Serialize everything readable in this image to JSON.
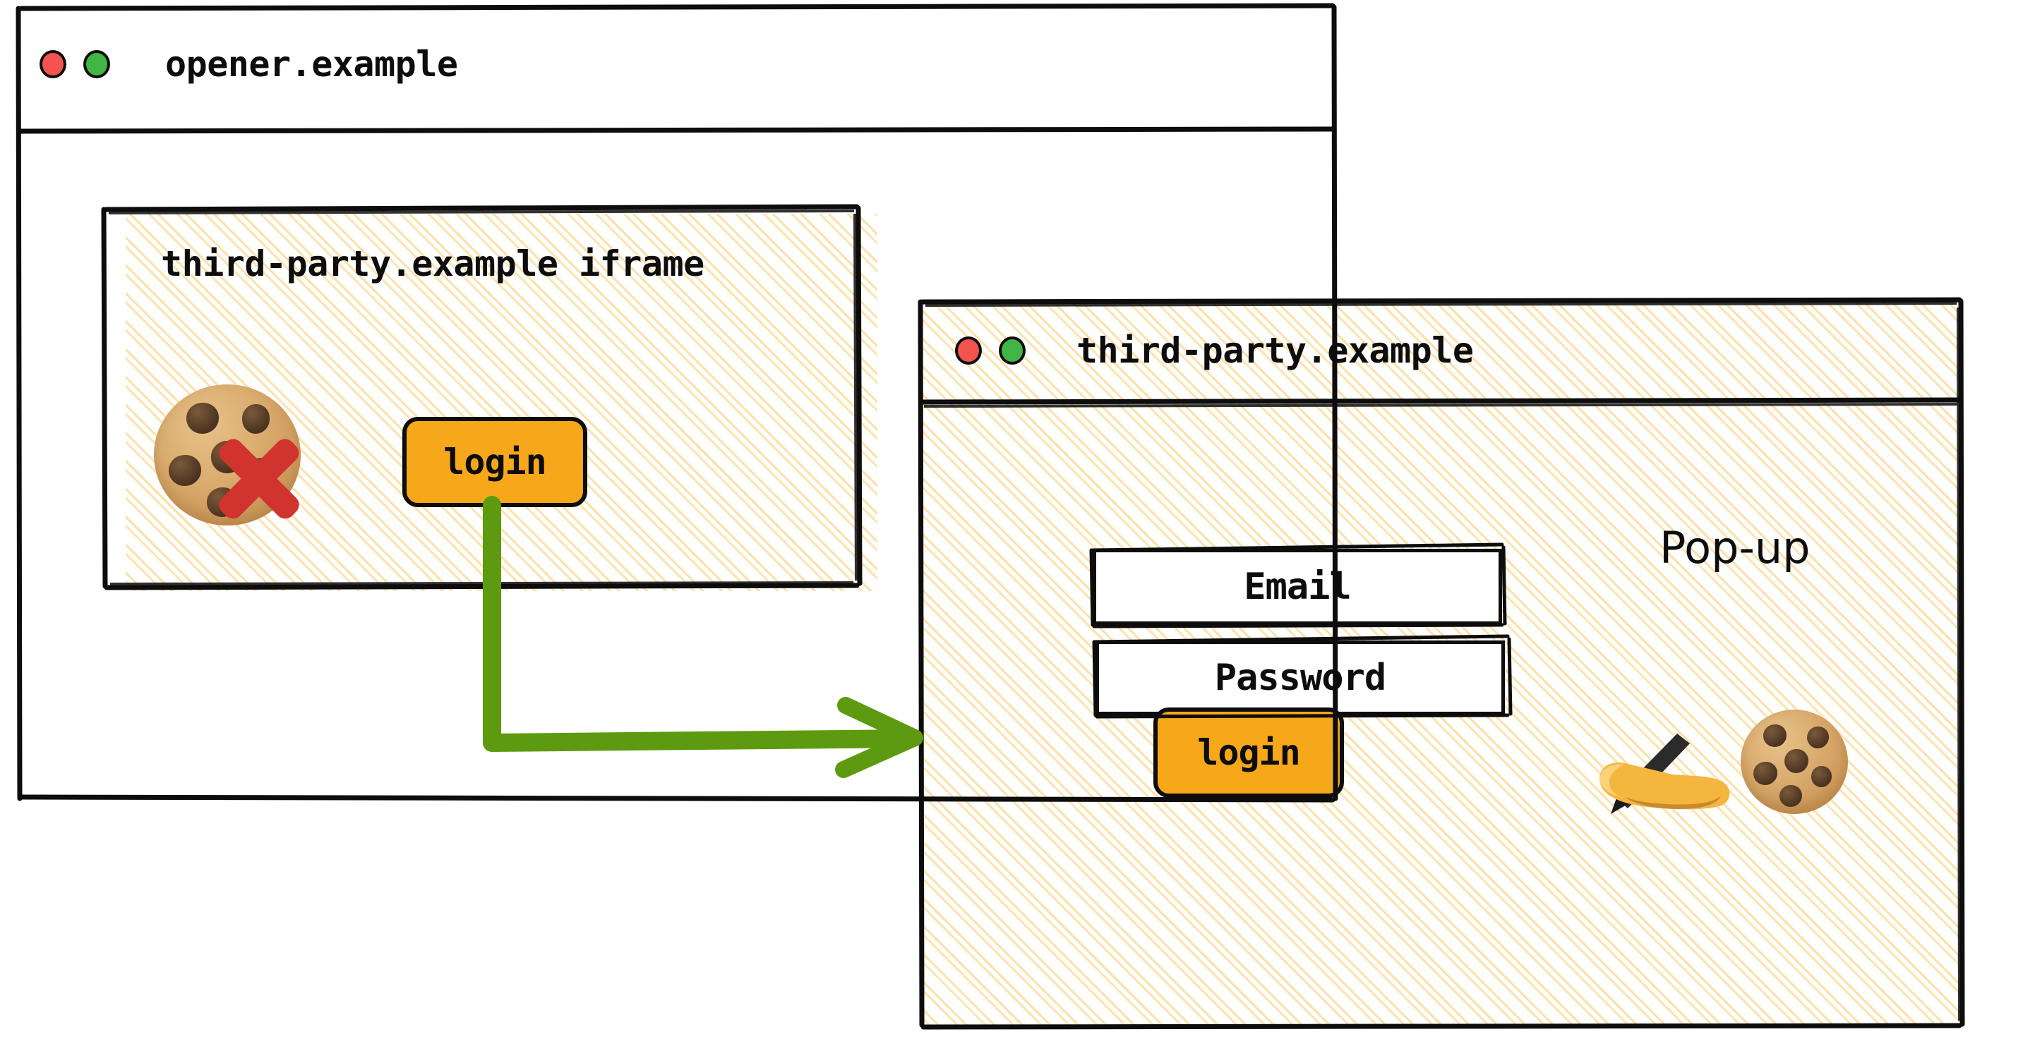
{
  "opener_window": {
    "name": "opener-window",
    "title": "opener.example",
    "controls": {
      "close_dot": "close-dot",
      "maximize_dot": "maximize-dot",
      "close_color": "#f4544d",
      "maximize_color": "#42b645"
    },
    "iframe": {
      "label": "third-party.example iframe",
      "cookie_icon": "cookie-icon",
      "blocked_icon": "red-x-icon",
      "login_button": "login"
    }
  },
  "popup_window": {
    "name": "popup-window",
    "title": "third-party.example",
    "annotation": "Pop-up",
    "controls": {
      "close_dot": "close-dot",
      "maximize_dot": "maximize-dot",
      "close_color": "#f4544d",
      "maximize_color": "#42b645"
    },
    "form": {
      "email_label": "Email",
      "password_label": "Password",
      "login_button": "login"
    },
    "icons": {
      "writing_hand": "writing-hand-icon",
      "cookie": "cookie-icon"
    }
  },
  "flow_arrow": {
    "name": "login-to-popup-arrow",
    "color": "#5e9a10",
    "description": "arrow from iframe login button to pop-up window"
  },
  "palette": {
    "accent_orange": "#f6a81a",
    "arrow_green": "#5e9a10",
    "error_red": "#d1332e",
    "ink": "#0d0d0d",
    "hatch_cream": "#fad68c"
  }
}
